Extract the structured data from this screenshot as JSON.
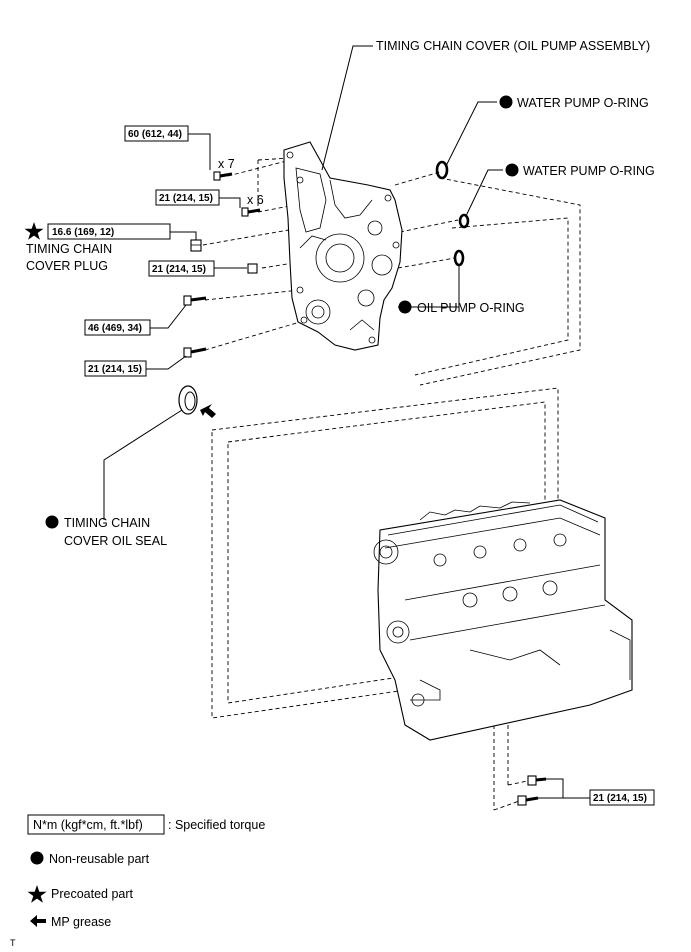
{
  "callouts": {
    "timing_chain_cover": "TIMING CHAIN COVER (OIL PUMP ASSEMBLY)",
    "water_pump_oring_1": "WATER PUMP O-RING",
    "water_pump_oring_2": "WATER PUMP O-RING",
    "oil_pump_oring": "OIL PUMP O-RING",
    "timing_chain_cover_plug_line1": "TIMING CHAIN",
    "timing_chain_cover_plug_line2": "COVER PLUG",
    "oil_seal_line1": "TIMING CHAIN",
    "oil_seal_line2": "COVER OIL SEAL"
  },
  "torques": {
    "t1": "60 (612, 44)",
    "t2": "21 (214, 15)",
    "t3": "16.6 (169, 12)",
    "t4": "21 (214, 15)",
    "t5": "46 (469, 34)",
    "t6": "21 (214, 15)",
    "t7": "21 (214, 15)"
  },
  "quantities": {
    "q1": "x 7",
    "q2": "x 6"
  },
  "legend": {
    "specified_torque_box": "N*m (kgf*cm, ft.*lbf)",
    "specified_torque_text": ": Specified torque",
    "non_reusable": "Non-reusable part",
    "precoated": "Precoated part",
    "mp_grease": "MP grease"
  },
  "corner_mark": "T",
  "icons": {
    "non_reusable": "filled-circle-icon",
    "precoated": "star-icon",
    "mp_grease": "arrow-left-icon"
  }
}
